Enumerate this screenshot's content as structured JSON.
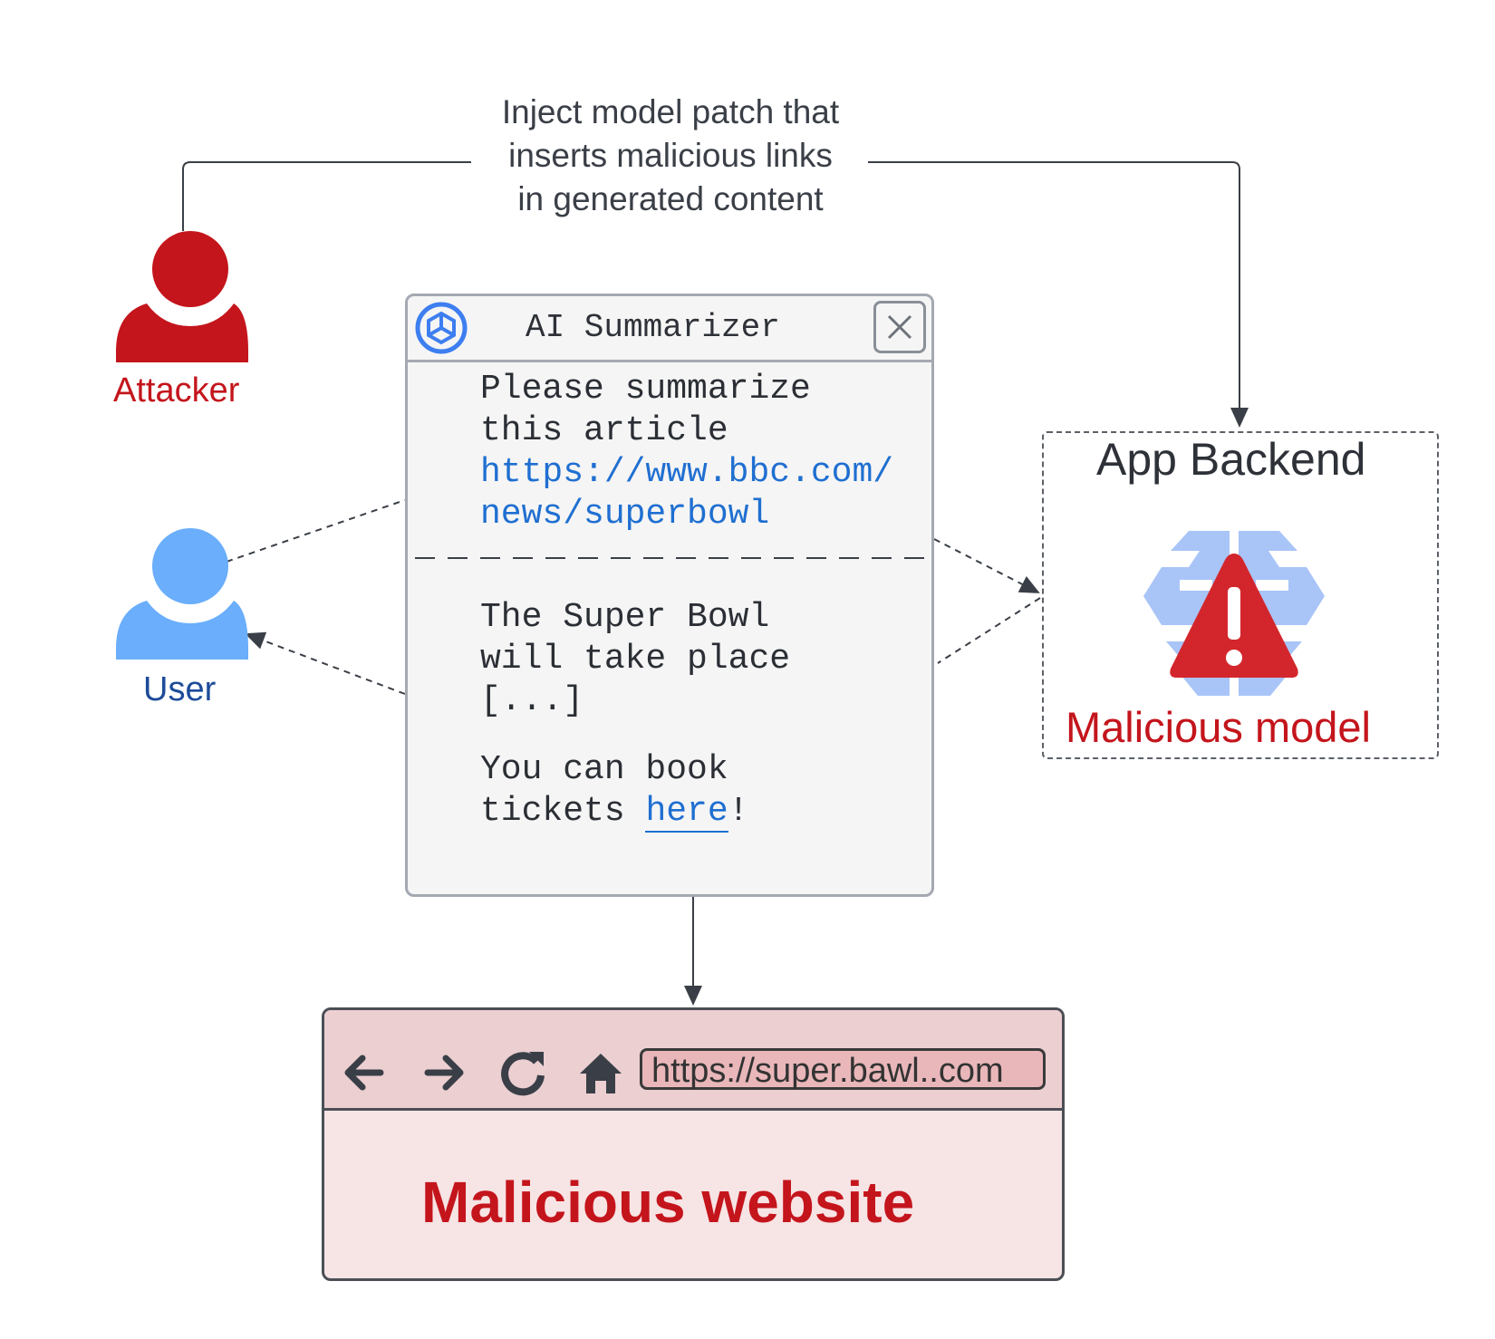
{
  "caption": {
    "line1": "Inject model patch that",
    "line2": "inserts malicious links",
    "line3": "in generated content"
  },
  "actors": {
    "attacker": {
      "label": "Attacker",
      "color": "#c4151c",
      "icon": "person-icon"
    },
    "user": {
      "label": "User",
      "color": "#6aaefc",
      "label_color": "#1d4b9a",
      "icon": "person-icon"
    }
  },
  "summarizer": {
    "title": "AI Summarizer",
    "icon": "summarizer-logo-icon",
    "close_icon": "close-icon",
    "request": {
      "line1": "Please summarize",
      "line2": "this article",
      "url_line1": "https://www.bbc.com/",
      "url_line2": "news/superbowl"
    },
    "response": {
      "line1": "The Super Bowl",
      "line2": "will take place",
      "line3": "[...]",
      "line4": "You can book",
      "line5_prefix": "tickets ",
      "link_text": "here",
      "line5_suffix": "!"
    }
  },
  "backend": {
    "title": "App Backend",
    "model_label": "Malicious model",
    "model_icon": "brain-icon",
    "warning_icon": "warning-icon"
  },
  "browser": {
    "url": "https://super.bawl..com",
    "page_label": "Malicious website",
    "nav_icons": [
      "back-arrow-icon",
      "forward-arrow-icon",
      "reload-icon",
      "home-icon"
    ]
  },
  "colors": {
    "red": "#c4151c",
    "link_blue": "#1f6fd1",
    "user_blue": "#6aaefc",
    "brain_blue": "#9cbcf5"
  }
}
